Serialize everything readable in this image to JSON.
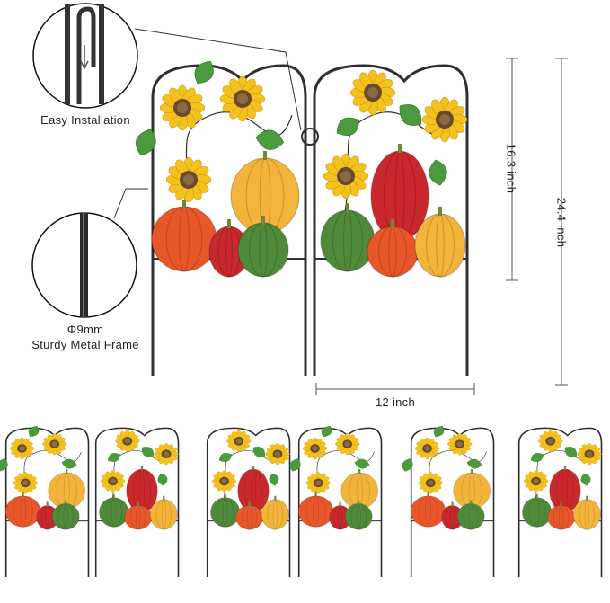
{
  "callouts": {
    "installation_label": "Easy Installation",
    "diameter_label": "Φ9mm",
    "frame_label": "Sturdy Metal Frame"
  },
  "dimensions": {
    "panel_height": "16.3 inch",
    "total_height": "24.4 inch",
    "panel_width": "12 inch"
  },
  "colors": {
    "frame": "#2f2f33",
    "pumpkin_orange": "#e8572a",
    "pumpkin_yellow": "#f2b43a",
    "pumpkin_red": "#c9282d",
    "pumpkin_green": "#4f8a3a",
    "sunflower": "#f3c21c",
    "leaf": "#4c9a3e"
  },
  "panels": {
    "main": [
      "A",
      "B"
    ],
    "bottom_row": [
      "A",
      "B",
      "B",
      "A",
      "A",
      "B"
    ]
  }
}
